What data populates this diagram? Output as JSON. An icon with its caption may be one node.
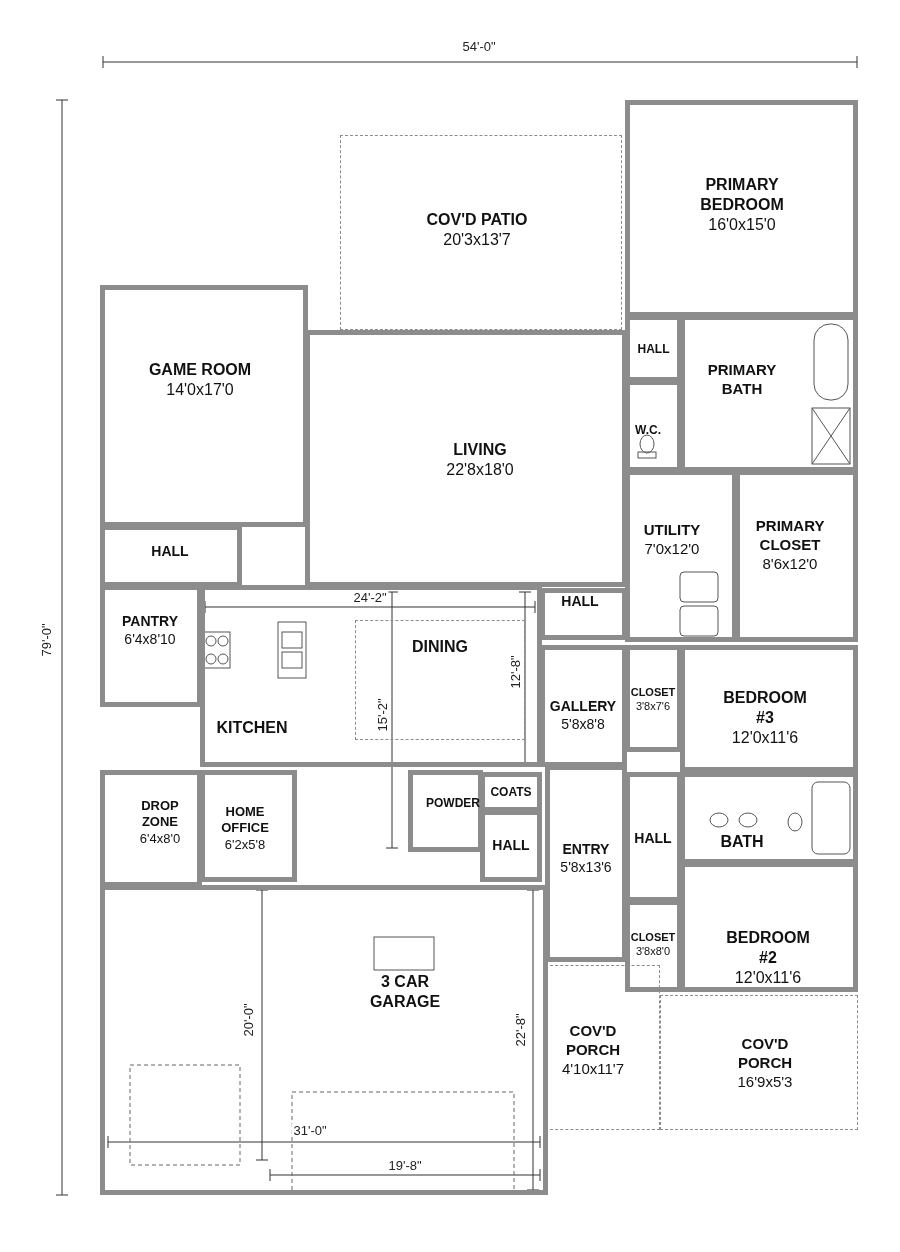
{
  "diagram": {
    "nodes": [
      {
        "text": [
          "COV'D PATIO",
          "20'3x13'7"
        ]
      },
      {
        "text": [
          "PRIMARY BEDROOM",
          "16'0x15'0"
        ]
      },
      {
        "text": [
          "HALL"
        ]
      },
      {
        "text": [
          "PRIMARY BATH"
        ]
      },
      {
        "text": [
          "W.C."
        ]
      },
      {
        "text": [
          "GAME ROOM",
          "14'0x17'0"
        ]
      },
      {
        "text": [
          "LIVING",
          "22'8x18'0"
        ]
      },
      {
        "text": [
          "HALL"
        ]
      },
      {
        "text": [
          "UTILITY",
          "7'0x12'0"
        ]
      },
      {
        "text": [
          "PRIMARY CLOSET",
          "8'6x12'0"
        ]
      },
      {
        "text": [
          "PANTRY",
          "6'4x8'10"
        ]
      },
      {
        "text": [
          "KITCHEN"
        ]
      },
      {
        "text": [
          "DINING"
        ],
        "in": 11
      },
      {
        "text": [
          "HALL"
        ]
      },
      {
        "text": [
          "GALLERY",
          "5'8x8'8"
        ]
      },
      {
        "text": [
          "CLOSET",
          "3'8x7'6"
        ]
      },
      {
        "text": [
          "BEDROOM #3",
          "12'0x11'6"
        ]
      },
      {
        "text": [
          "DROP ZONE",
          "6'4x8'0"
        ]
      },
      {
        "text": [
          "HOME OFFICE",
          "6'2x5'8"
        ]
      },
      {
        "text": [
          "POWDER"
        ]
      },
      {
        "text": [
          "COATS"
        ]
      },
      {
        "text": [
          "HALL"
        ]
      },
      {
        "text": [
          "ENTRY",
          "5'8x13'6"
        ]
      },
      {
        "text": [
          "HALL"
        ]
      },
      {
        "text": [
          "BATH"
        ]
      },
      {
        "text": [
          "BEDROOM #2",
          "12'0x11'6"
        ]
      },
      {
        "text": [
          "CLOSET",
          "3'8x8'0"
        ]
      },
      {
        "text": [
          "3 CAR GARAGE"
        ]
      },
      {
        "text": [
          "COV'D PORCH",
          "4'10x11'7"
        ]
      },
      {
        "text": [
          "COV'D PORCH",
          "16'9x5'3"
        ]
      }
    ],
    "labels": [
      "54'-0\"",
      "79'-0\"",
      "24'-2\"",
      "15'-2\"",
      "12'-8\"",
      "20'-0\"",
      "22'-8\"",
      "31'-0\"",
      "19'-8\""
    ]
  }
}
